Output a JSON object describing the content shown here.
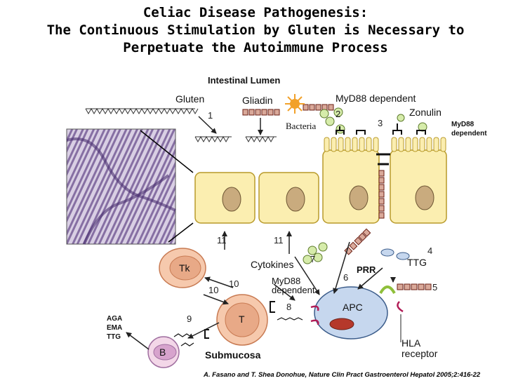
{
  "title": {
    "line1": "Celiac Disease Pathogenesis:",
    "line2": "The Continuous Stimulation by Gluten is Necessary to",
    "line3": "Perpetuate the Autoimmune Process"
  },
  "labels": {
    "intestinal_lumen": "Intestinal Lumen",
    "gluten": "Gluten",
    "gliadin": "Gliadin",
    "myd88_dependent_top": "MyD88 dependent",
    "bacteria": "Bacteria",
    "zonulin": "Zonulin",
    "myd88_right_1": "MyD88",
    "myd88_right_2": "dependent",
    "cytokines": "Cytokines",
    "myd88_mid_1": "MyD88",
    "myd88_mid_2": "dependent",
    "prr": "PRR",
    "ttg": "TTG",
    "apc": "APC",
    "t_cell": "T",
    "tk_cell": "Tk",
    "b_cell": "B",
    "aga": "AGA",
    "ema": "EMA",
    "ttg_ab": "TTG",
    "hla_1": "HLA",
    "hla_2": "receptor",
    "submucosa": "Submucosa"
  },
  "step_numbers": {
    "n1": "1",
    "n2": "2",
    "n3": "3",
    "n4": "4",
    "n5": "5",
    "n6": "6",
    "n7": "7",
    "n8": "8",
    "n9": "9",
    "n10a": "10",
    "n10b": "10",
    "n11a": "11",
    "n11b": "11"
  },
  "credit": "A. Fasano and T. Shea Donohue, Nature Clin Pract Gastroenterol Hepatol 2005;2:416-22",
  "colors": {
    "cell_fill": "#fbeeb0",
    "cell_stroke": "#b89a2a",
    "nucleus": "#c9ab7e",
    "peptide_red": "#b5382b",
    "gliadin_green": "#d6ecaa",
    "histology": "#6a4f8e",
    "t_cell_outer": "#e8a987",
    "apc_fill": "#c6d7ee",
    "prr_green": "#8fbf3a"
  }
}
